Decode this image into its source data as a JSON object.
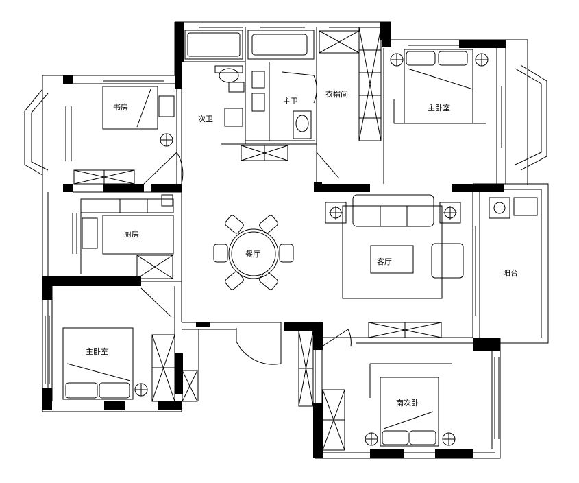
{
  "rooms": {
    "study": "书房",
    "second_bath": "次卫",
    "master_bath": "主卫",
    "walk_in_closet": "衣帽间",
    "master_bedroom_ne": "主卧室",
    "kitchen": "厨房",
    "dining": "餐厅",
    "living": "客厅",
    "balcony": "阳台",
    "master_bedroom_sw": "主卧室",
    "south_second_bedroom": "南次卧"
  },
  "colors": {
    "wall": "#000000",
    "line": "#000000",
    "background": "#ffffff"
  }
}
